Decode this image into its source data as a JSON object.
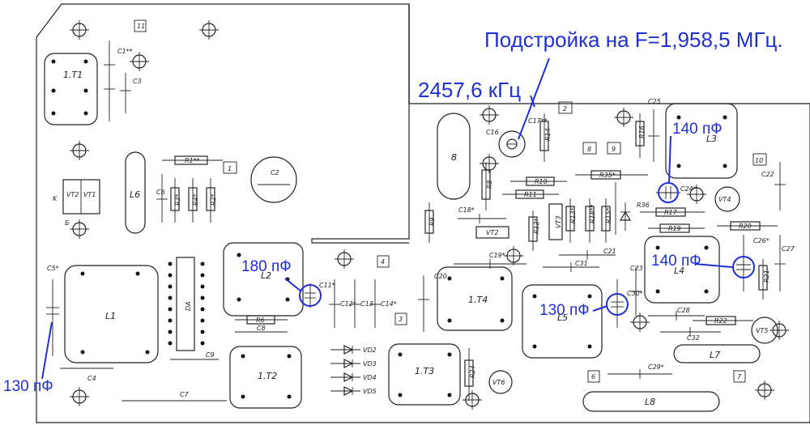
{
  "annotations": {
    "tune": "Подстройка на F=1,958,5 МГц.",
    "crystal": "2457,6 кГц",
    "c24": "140 пФ",
    "l2cap": "180 пФ",
    "l4cap": "140 пФ",
    "l5cap": "130 пФ",
    "leftcap": "130 пФ"
  },
  "labels": {
    "T1": "1.T1",
    "C1": "C1**",
    "C3": "C3",
    "R1": "R1**",
    "L6": "L6",
    "C6": "C6",
    "R3": "R3*",
    "R4": "R4*",
    "R2": "R2*",
    "C2": "C2",
    "VT2": "VT2",
    "VT1": "VT1",
    "C5": "C5*",
    "L1": "L1",
    "DA": "DA",
    "R6": "R6",
    "C8": "C8",
    "C9": "C9",
    "C4": "C4",
    "C7": "C7",
    "T2": "1.T2",
    "L2": "L2",
    "C11": "C11*",
    "C12": "C12*",
    "C13": "C13",
    "C14": "C14*",
    "VD2": "VD2",
    "VD3": "VD3",
    "VD4": "VD4",
    "VD5": "VD5",
    "T3": "1.T3",
    "R24": "R24",
    "VT6": "VT6",
    "T4": "1.T4",
    "C20": "C20",
    "C19": "C19*",
    "Q8": "8",
    "C16": "C16",
    "C17": "C17**",
    "R14": "R14",
    "R9": "R9",
    "R10": "R10",
    "R11": "R11",
    "R8": "R8",
    "C18": "C18*",
    "VT3": "VT3",
    "R13": "R13*",
    "R12": "R12*",
    "R18": "R18**",
    "R15": "R15*",
    "C21": "C21",
    "C31": "C31",
    "C25": "C25",
    "R16": "R16",
    "R35": "R35*",
    "C24": "C24*",
    "L3": "L3",
    "VT4": "VT4",
    "R36": "R36",
    "R17": "R17",
    "R19": "R19",
    "R20": "R20",
    "C22": "C22",
    "C26": "C26*",
    "C27": "C27",
    "R21": "R21",
    "L4": "L4",
    "L5": "L5",
    "C30": "C30*",
    "C23": "C23",
    "C28": "C28",
    "R22": "R22",
    "C32": "C32",
    "VT5": "VT5",
    "L7": "L7",
    "C29": "C29*",
    "L8": "L8",
    "R23": "R23*",
    "pad11": "11",
    "pad1": "1",
    "pad2": "2",
    "pad3": "3",
    "pad4": "4",
    "pad6": "6",
    "pad7": "7",
    "pad8": "8",
    "pad9": "9",
    "pad10": "10",
    "padK": "K",
    "padB": "Б"
  },
  "colors": {
    "ink": "#222222",
    "annotation": "#1f2fd6",
    "paper": "#ffffff"
  }
}
